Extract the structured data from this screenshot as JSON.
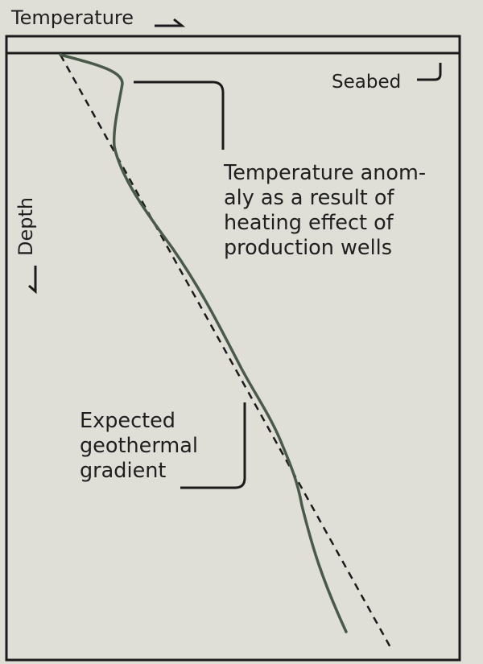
{
  "diagram": {
    "axis_x_title": "Temperature",
    "axis_y_title": "Depth",
    "labels": {
      "seabed": "Seabed",
      "anomaly": "Temperature anom-\naly as a result of\nheating effect of\nproduction wells",
      "gradient": "Expected\ngeothermal\ngradient"
    },
    "colors": {
      "background": "#e0dfd7",
      "frame": "#1b1b1b",
      "measured_curve": "#4a5a4a",
      "gradient_line": "#1b1b1b",
      "text": "#1f1f1f"
    }
  }
}
